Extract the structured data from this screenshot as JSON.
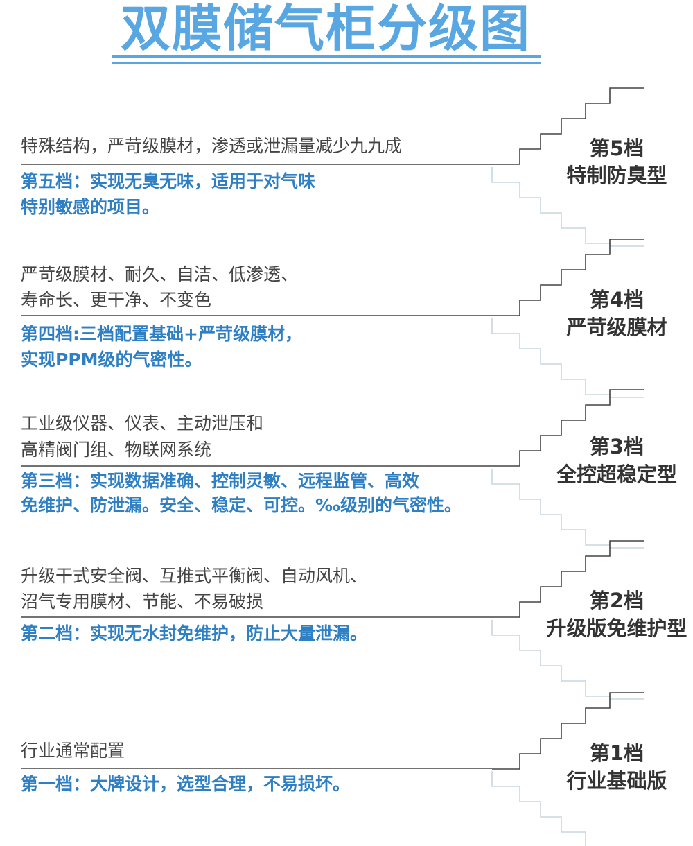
{
  "title": "双膜储气柜分级图",
  "colors": {
    "title": "#58a7e2",
    "desc": "#444444",
    "sub": "#2e7fc3",
    "line": "#444444"
  },
  "levels": [
    {
      "level": "第5档",
      "name": "特制防臭型",
      "desc": [
        "特殊结构，严苛级膜材，渗透或泄漏量减少九九成"
      ],
      "sub": [
        "第五档：实现无臭无味，适用于对气味",
        "特别敏感的项目。"
      ]
    },
    {
      "level": "第4档",
      "name": "严苛级膜材",
      "desc": [
        "严苛级膜材、耐久、自洁、低渗透、",
        "寿命长、更干净、不变色"
      ],
      "sub": [
        "第四档:三档配置基础+严苛级膜材，",
        "实现PPM级的气密性。"
      ]
    },
    {
      "level": "第3档",
      "name": "全控超稳定型",
      "desc": [
        "工业级仪器、仪表、主动泄压和",
        "高精阀门组、物联网系统"
      ],
      "sub": [
        "第三档：实现数据准确、控制灵敏、远程监管、高效",
        "免维护、防泄漏。安全、稳定、可控。‰级别的气密性。"
      ]
    },
    {
      "level": "第2档",
      "name": "升级版免维护型",
      "desc": [
        "升级干式安全阀、互推式平衡阀、自动风机、",
        "沼气专用膜材、节能、不易破损"
      ],
      "sub": [
        "第二档：实现无水封免维护，防止大量泄漏。"
      ]
    },
    {
      "level": "第1档",
      "name": "行业基础版",
      "desc": [
        "行业通常配置"
      ],
      "sub": [
        "第一档：大牌设计，选型合理，不易损坏。"
      ]
    }
  ]
}
